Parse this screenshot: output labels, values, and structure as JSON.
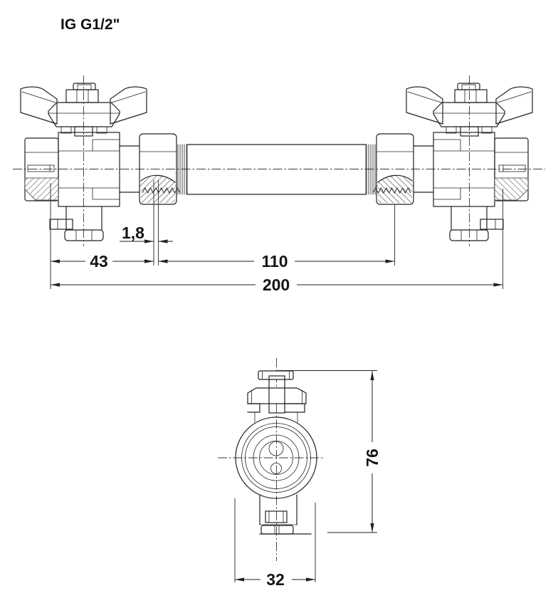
{
  "title": "IG G1/2\"",
  "views": {
    "side": {
      "name": "side-view-valve-set",
      "dims": {
        "wall": "1,8",
        "valve": "43",
        "tube": "110",
        "overall": "200"
      }
    },
    "front": {
      "name": "front-view-valve",
      "dims": {
        "height": "76",
        "width": "32"
      }
    }
  },
  "colors": {
    "line": "#222222",
    "centerline": "#3a3a3a",
    "text": "#151515",
    "background": "#ffffff"
  }
}
